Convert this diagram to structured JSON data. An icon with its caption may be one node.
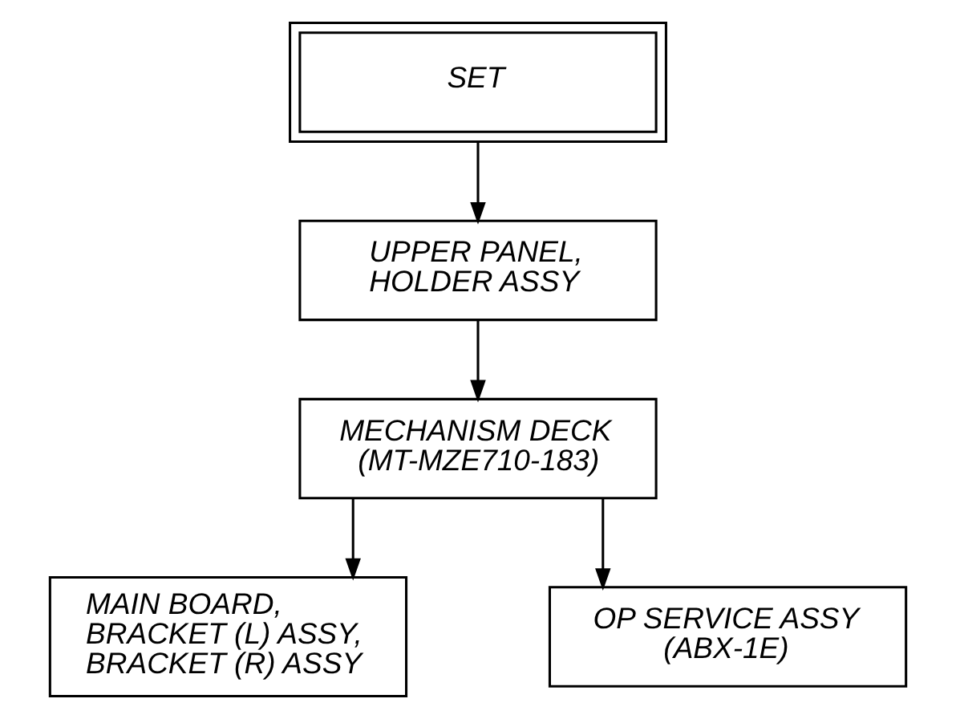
{
  "diagram": {
    "nodes": [
      {
        "text": [
          "SET"
        ]
      },
      {
        "text": [
          "UPPER PANEL, HOLDER ASSY"
        ]
      },
      {
        "text": [
          "MECHANISM DECK (MT-MZE710-183)"
        ]
      },
      {
        "text": [
          "MAIN BOARD, BRACKET (L) ASSY, BRACKET (R) ASSY"
        ]
      },
      {
        "text": [
          "OP SERVICE ASSY (ABX-1E)"
        ]
      }
    ],
    "edges": [
      {
        "from": 0,
        "to": 1,
        "arrow": "to"
      },
      {
        "from": 1,
        "to": 2,
        "arrow": "to"
      },
      {
        "from": 2,
        "to": 3,
        "arrow": "to"
      },
      {
        "from": 2,
        "to": 4,
        "arrow": "to"
      }
    ]
  }
}
